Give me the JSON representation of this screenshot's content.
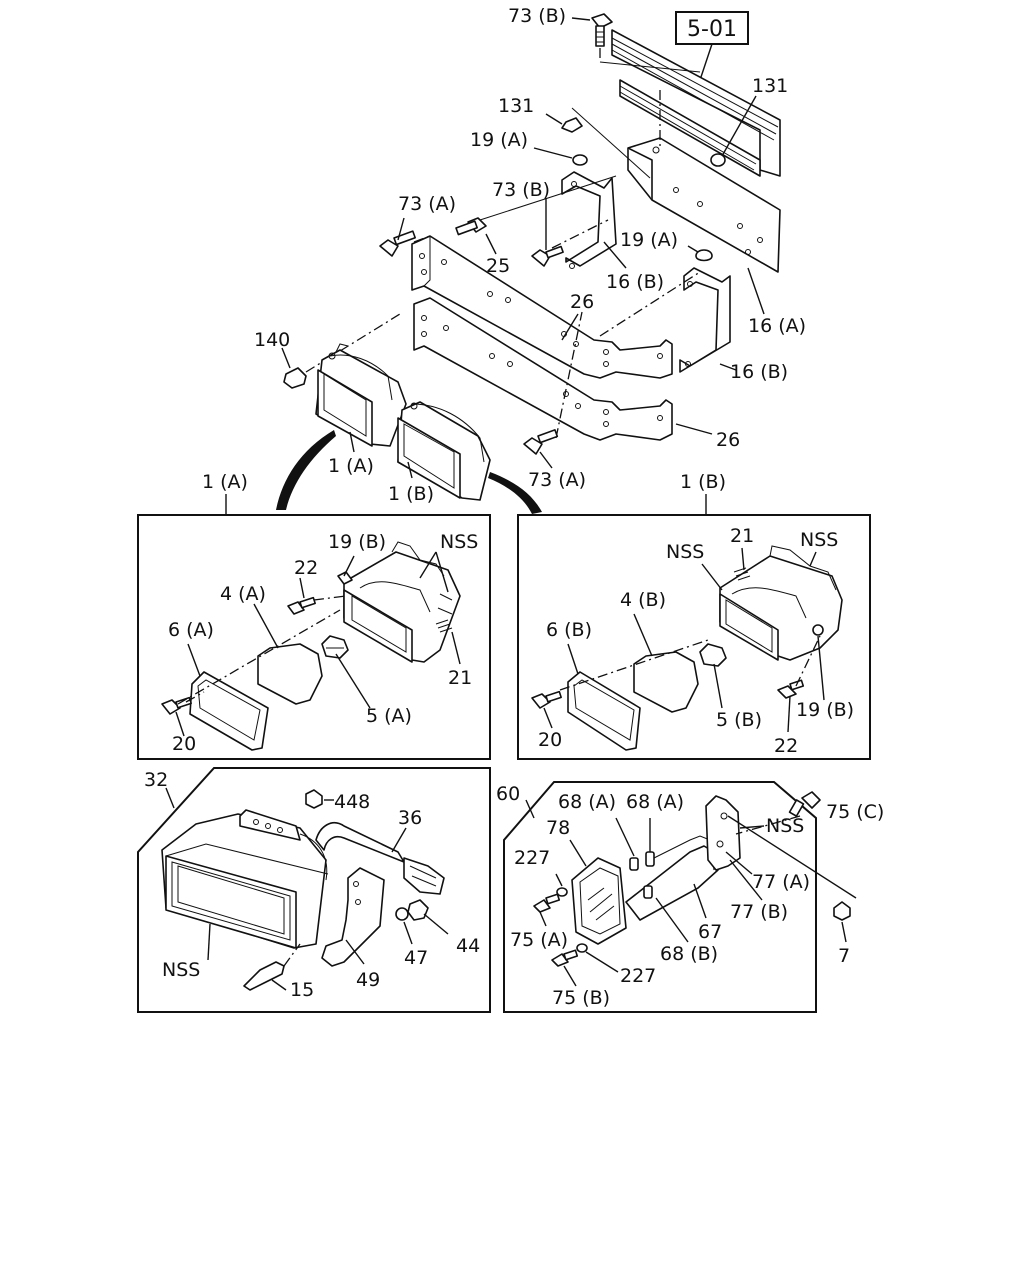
{
  "ref_box": "5-01",
  "labels": {
    "l73B_top": "73 (B)",
    "l131_l": "131",
    "l131_r": "131",
    "l19A_l": "19 (A)",
    "l73B_mid": "73 (B)",
    "l73A_top": "73 (A)",
    "l25": "25",
    "l19A_r": "19 (A)",
    "l16B_top": "16 (B)",
    "l26_top": "26",
    "l16A": "16 (A)",
    "l140": "140",
    "l16B_bot": "16 (B)",
    "l26_bot": "26",
    "l1A_mid": "1 (A)",
    "l1B_mid": "1 (B)",
    "l73A_bot": "73 (A)",
    "l1A_box": "1 (A)",
    "l1B_box": "1 (B)"
  },
  "panel_1A": {
    "l19B": "19 (B)",
    "lNSS": "NSS",
    "l22": "22",
    "l4A": "4 (A)",
    "l6A": "6 (A)",
    "l21": "21",
    "l5A": "5 (A)",
    "l20": "20"
  },
  "panel_1B": {
    "l21": "21",
    "lNSS_l": "NSS",
    "lNSS_r": "NSS",
    "l4B": "4 (B)",
    "l6B": "6 (B)",
    "l5B": "5 (B)",
    "l19B": "19 (B)",
    "l20": "20",
    "l22": "22"
  },
  "panel_32": {
    "l32": "32",
    "l448": "448",
    "l36": "36",
    "lNSS": "NSS",
    "l44": "44",
    "l47": "47",
    "l49": "49",
    "l15": "15"
  },
  "panel_60": {
    "l60": "60",
    "l68A_l": "68 (A)",
    "l68A_r": "68 (A)",
    "l78": "78",
    "l75C": "75 (C)",
    "lNSS": "NSS",
    "l227_t": "227",
    "l77A": "77 (A)",
    "l77B": "77 (B)",
    "l67": "67",
    "l75A": "75 (A)",
    "l68B": "68 (B)",
    "l7": "7",
    "l227_b": "227",
    "l75B": "75 (B)"
  }
}
